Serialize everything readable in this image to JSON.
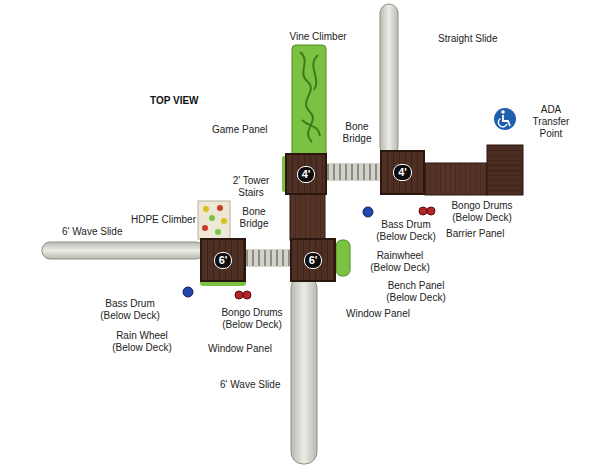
{
  "diagram": {
    "nodes": [
      {
        "text": [
          "4'"
        ]
      },
      {
        "text": [
          "4'"
        ]
      },
      {
        "text": [
          "6'"
        ]
      },
      {
        "text": [
          "6'"
        ]
      }
    ],
    "edges": [
      {
        "from": 0,
        "to": 1,
        "arrow": "none"
      },
      {
        "from": 2,
        "to": 3,
        "arrow": "none"
      }
    ],
    "labels": [
      "TOP VIEW",
      "Vine Climber",
      "Straight Slide",
      "ADA Transfer Point",
      "Game Panel",
      "Bone Bridge",
      "2' Tower Stairs",
      "HDPE Climber",
      "Bass Drum (Below Deck)",
      "Bongo Drums (Below Deck)",
      "Barrier Panel",
      "Bone Bridge",
      "6' Wave Slide",
      "Rainwheel (Below Deck)",
      "Bench Panel (Below Deck)",
      "Bass Drum (Below Deck)",
      "Rain Wheel (Below Deck)",
      "Bongo Drums (Below Deck)",
      "Window Panel",
      "Window Panel",
      "6' Wave Slide"
    ]
  }
}
